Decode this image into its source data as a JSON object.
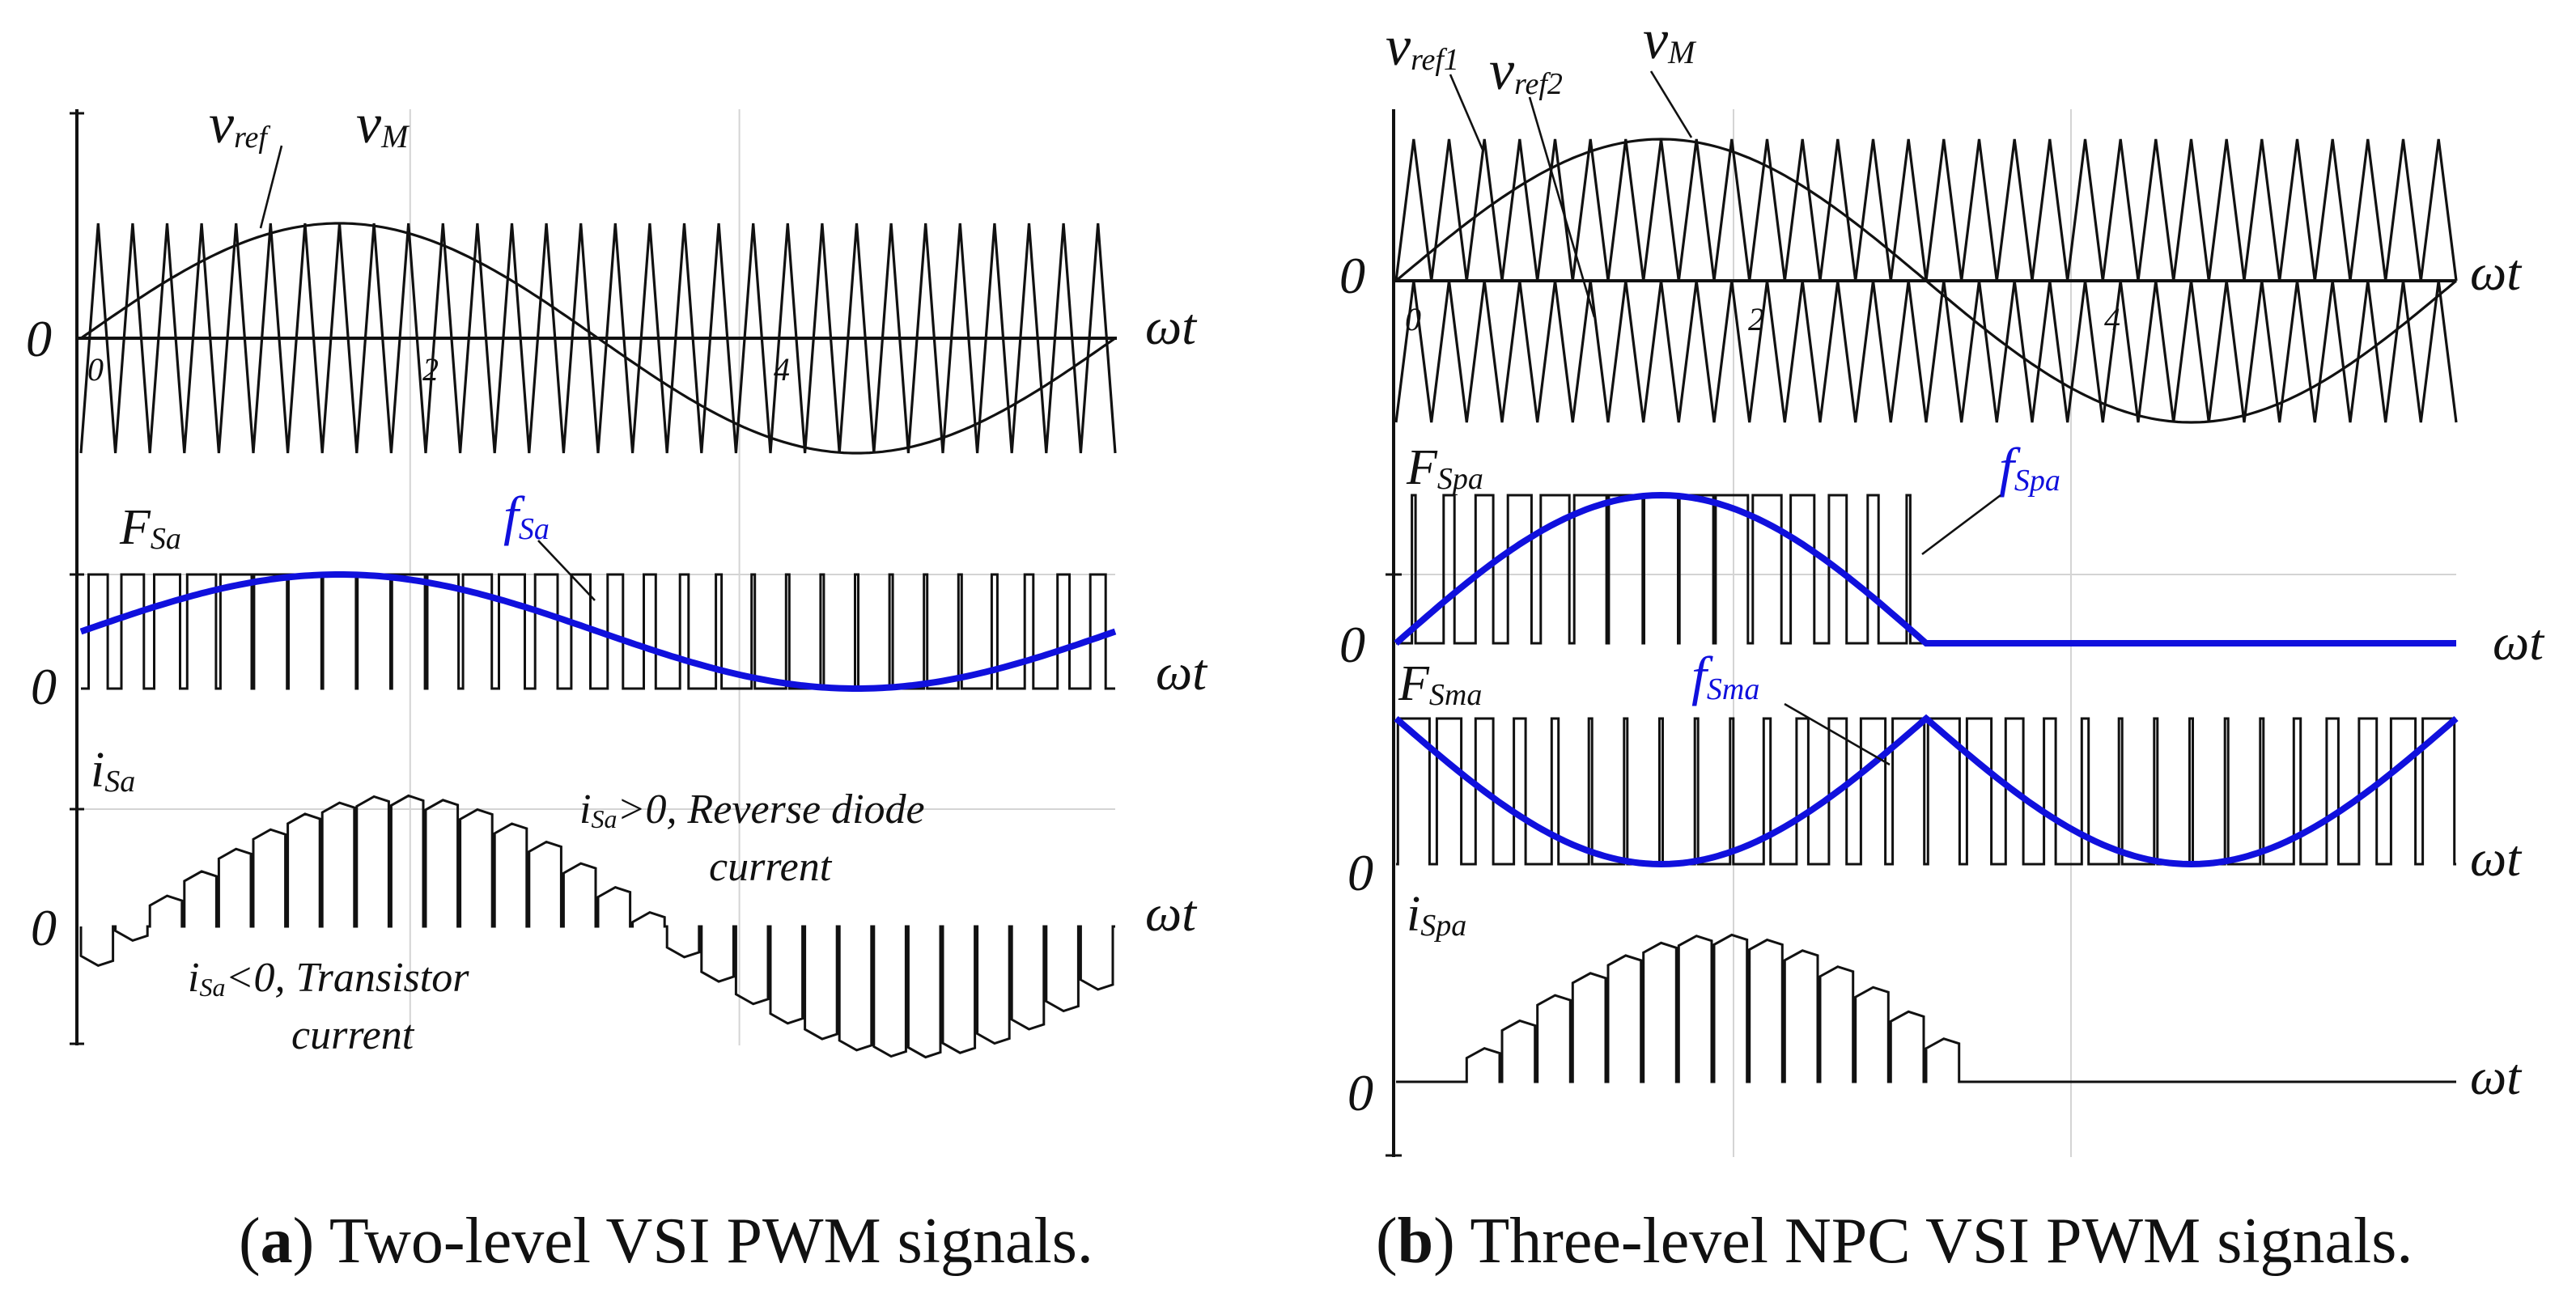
{
  "panel_a": {
    "top": {
      "labels": {
        "vref_main": "v",
        "vref_sub": "ref",
        "vm_main": "v",
        "vm_sub": "M",
        "zero": "0",
        "omega_t": "ωt"
      },
      "ticks": [
        "0",
        "2",
        "4"
      ]
    },
    "mid": {
      "labels": {
        "F_main": "F",
        "F_sub": "Sa",
        "f_main": "f",
        "f_sub": "Sa",
        "zero": "0",
        "omega_t": "ωt"
      }
    },
    "bot": {
      "labels": {
        "i_main": "i",
        "i_sub": "Sa",
        "zero": "0",
        "omega_t": "ωt"
      },
      "annotations": {
        "pos_i": "i",
        "pos_sub": "Sa",
        "pos_rest": ">0, Reverse diode",
        "pos_line2": "current",
        "neg_i": "i",
        "neg_sub": "Sa",
        "neg_rest": "<0, Transistor",
        "neg_line2": "current"
      }
    },
    "caption": {
      "letter": "a",
      "text": " Two-level VSI PWM signals."
    }
  },
  "panel_b": {
    "top": {
      "labels": {
        "vref1_main": "v",
        "vref1_sub": "ref1",
        "vref2_main": "v",
        "vref2_sub": "ref2",
        "vm_main": "v",
        "vm_sub": "M",
        "zero": "0",
        "omega_t": "ωt"
      },
      "ticks": [
        "0",
        "2",
        "4"
      ]
    },
    "spa": {
      "labels": {
        "F_main": "F",
        "F_sub": "Spa",
        "f_main": "f",
        "f_sub": "Spa",
        "zero": "0",
        "omega_t": "ωt"
      }
    },
    "sma": {
      "labels": {
        "F_main": "F",
        "F_sub": "Sma",
        "f_main": "f",
        "f_sub": "Sma",
        "zero": "0",
        "omega_t": "ωt"
      }
    },
    "bot": {
      "labels": {
        "i_main": "i",
        "i_sub": "Spa",
        "zero": "0",
        "omega_t": "ωt"
      }
    },
    "caption": {
      "letter": "b",
      "text": " Three-level NPC VSI PWM signals."
    }
  },
  "colors": {
    "trace": "#111111",
    "modulating": "#1010dd",
    "grid": "#d4d4d4"
  }
}
